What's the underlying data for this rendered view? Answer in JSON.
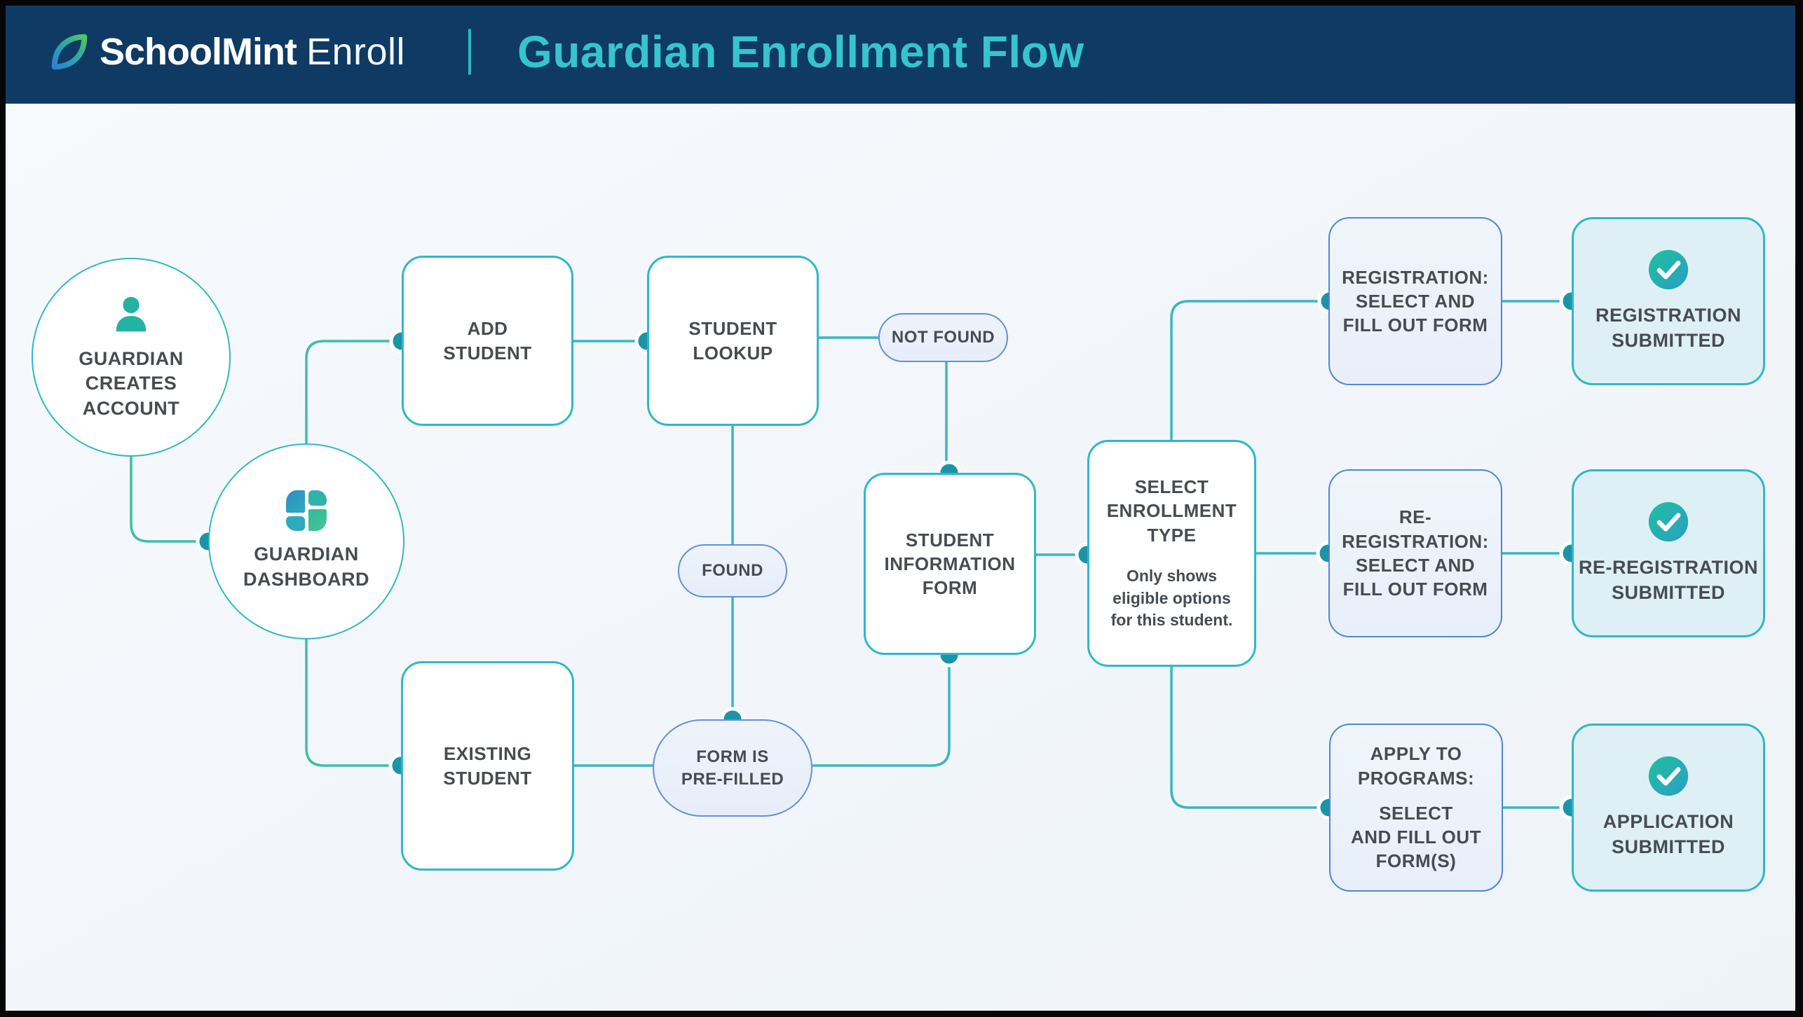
{
  "header": {
    "logo_icon": "schoolmint-leaf-icon",
    "brand": "SchoolMint",
    "product": "Enroll",
    "title": "Guardian Enrollment Flow"
  },
  "colors": {
    "header_bg": "#0e3a63",
    "header_title": "#36c4ce",
    "connector_teal": "#3ab5c2",
    "connector_dot": "#1b94aa",
    "teal_border": "#2eb9c6",
    "blue_border": "#4f86d6",
    "submitted_fill": "#def0f5",
    "label_text": "#474c52"
  },
  "flow": {
    "guardian_creates_account": {
      "icon": "person-icon",
      "label": "GUARDIAN\nCREATES\nACCOUNT"
    },
    "guardian_dashboard": {
      "icon": "dashboard-grid-icon",
      "label": "GUARDIAN\nDASHBOARD"
    },
    "add_student": {
      "label": "ADD\nSTUDENT"
    },
    "student_lookup": {
      "label": "STUDENT\nLOOKUP"
    },
    "not_found": {
      "label": "NOT FOUND"
    },
    "found": {
      "label": "FOUND"
    },
    "student_information_form": {
      "label": "STUDENT\nINFORMATION\nFORM"
    },
    "existing_student": {
      "label": "EXISTING\nSTUDENT"
    },
    "form_is_prefilled": {
      "label": "FORM IS\nPRE-FILLED"
    },
    "select_enrollment_type": {
      "label": "SELECT\nENROLLMENT\nTYPE",
      "note": "Only shows\neligible options\nfor this student."
    },
    "registration_form": {
      "label": "REGISTRATION:\nSELECT AND\nFILL OUT FORM"
    },
    "registration_submitted": {
      "icon": "check-circle-icon",
      "label": "REGISTRATION\nSUBMITTED"
    },
    "reregistration_form": {
      "label": "RE-REGISTRATION:\nSELECT AND\nFILL OUT FORM"
    },
    "reregistration_submitted": {
      "icon": "check-circle-icon",
      "label": "RE-REGISTRATION\nSUBMITTED"
    },
    "apply_to_programs_form": {
      "label": "APPLY TO\nPROGRAMS:",
      "sublabel": "SELECT\nAND FILL OUT\nFORM(S)"
    },
    "application_submitted": {
      "icon": "check-circle-icon",
      "label": "APPLICATION\nSUBMITTED"
    }
  }
}
